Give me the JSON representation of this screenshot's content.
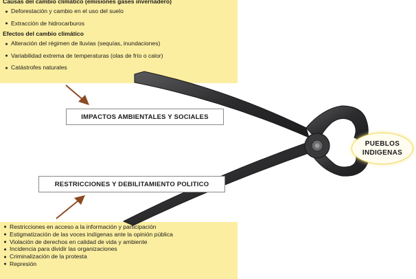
{
  "top_box": {
    "causes_heading": "Causas del cambio climático (emisiones gases invernadero)",
    "causes": [
      "Deforestación y cambio en el uso del suelo",
      "Extracción de hidrocarburos"
    ],
    "effects_heading": "Efectos del cambio climático",
    "effects": [
      "Alteración del régimen de lluvias (sequías, inundaciones)",
      "Variabilidad extrema de temperaturas (olas de frío o calor)",
      "Catástrofes naturales"
    ]
  },
  "labels": {
    "impactos": "IMPACTOS AMBIENTALES Y SOCIALES",
    "restricciones": "RESTRICCIONES Y DEBILITAMIENTO POLITICO",
    "pueblos": "PUEBLOS\nINDIGENAS"
  },
  "bottom_box": {
    "items": [
      "Restricciones en acceso a la información y participación",
      "Estigmatización de las voces indígenas ante la opinión pública",
      "Violación de derechos en calidad de vida y ambiente",
      "Incidencia para dividir las organizaciones",
      "Criminalización de la protesta",
      "Represión"
    ]
  },
  "colors": {
    "highlight": "#fbeea0",
    "arrow": "#8b4a22",
    "tool": "#2e2e30"
  }
}
